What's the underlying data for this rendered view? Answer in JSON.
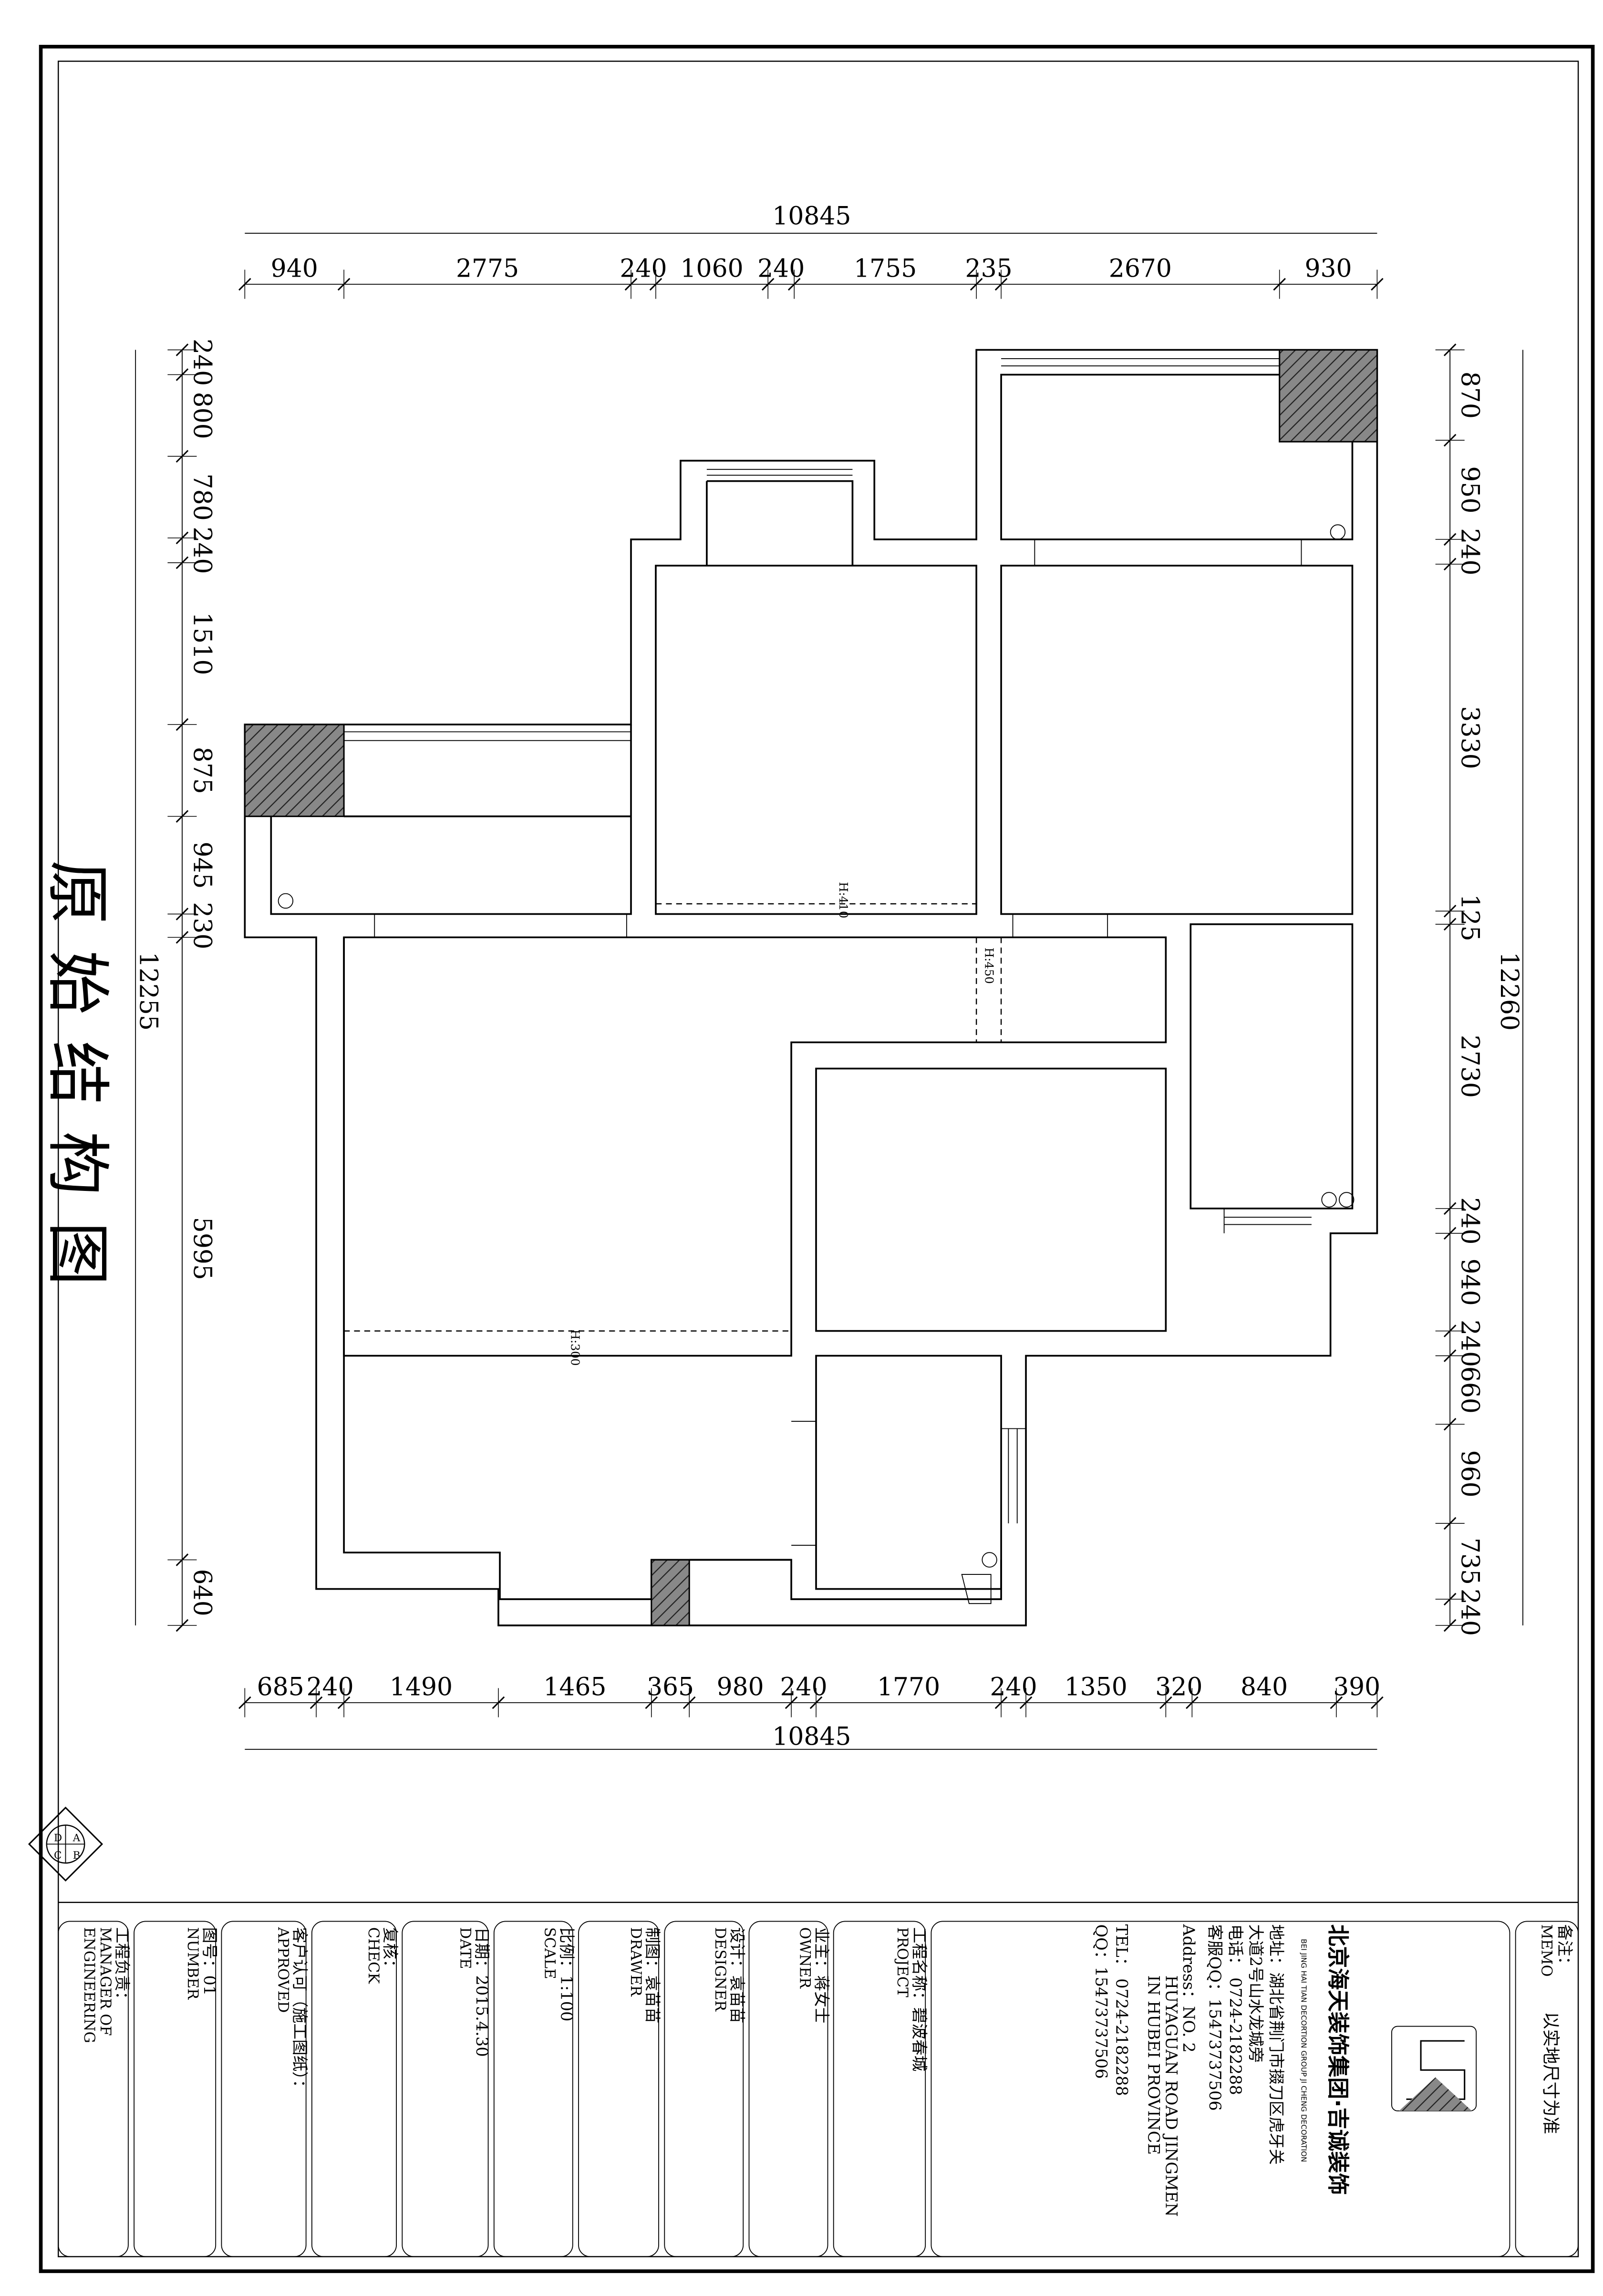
{
  "drawing_title": "原始结构图",
  "top_dims": {
    "total": "10845",
    "parts": [
      "940",
      "2775",
      "240",
      "1060",
      "240",
      "1755",
      "235",
      "2670",
      "930"
    ]
  },
  "bottom_dims": {
    "total": "10845",
    "parts": [
      "685",
      "240",
      "1490",
      "1465",
      "365",
      "980",
      "240",
      "1770",
      "240",
      "1350",
      "320",
      "840",
      "390"
    ]
  },
  "left_dims": {
    "total": "12255",
    "parts": [
      "240",
      "800",
      "780",
      "240",
      "1510",
      "875",
      "945",
      "230",
      "5995",
      "640"
    ]
  },
  "right_dims": {
    "total": "12260",
    "parts": [
      "870",
      "950",
      "240",
      "3330",
      "125",
      "2730",
      "240",
      "940",
      "240",
      "660",
      "960",
      "735",
      "240"
    ]
  },
  "height_marks": [
    "H:410",
    "H:450",
    "H:300"
  ],
  "compass": {
    "letters": [
      "A",
      "B",
      "C",
      "D"
    ]
  },
  "title_block": {
    "manager": {
      "cn": "工程负责：",
      "en1": "MANAGER OF",
      "en2": "ENGINEERING"
    },
    "number": {
      "cn": "图号：01",
      "en": "NUMBER"
    },
    "approved": {
      "cn": "客户认可（施工图纸）：",
      "en": "APPROVED"
    },
    "check": {
      "cn": "复核：",
      "en": "CHECK"
    },
    "date": {
      "cn": "日期：2015.4.30",
      "en": "DATE"
    },
    "scale": {
      "cn": "比例：1:100",
      "en": "SCALE"
    },
    "drawer": {
      "cn": "制图：袁苗苗",
      "en": "DRAWER"
    },
    "designer": {
      "cn": "设计：袁苗苗",
      "en": "DESIGNER"
    },
    "owner": {
      "cn": "业主：蒋女士",
      "en": "OWNER"
    },
    "project": {
      "cn": "工程名称：碧波春城",
      "en": "PROJECT"
    },
    "company": {
      "name": "北京海天装饰集团·吉诚装饰",
      "name_en": "BEI JING HAI TIAN DECORTION GROUP  JI CHENG DECORATION",
      "address1": "地址：湖北省荆门市掇刀区虎牙关",
      "address2": "大道2号山水龙城旁",
      "phone": "电话： 0724-2182288",
      "qq_service": "客服QQ：15473737506",
      "address_en1": "Address：NO. 2",
      "address_en2": "HUYAGUAN  ROAD  JINGMEN",
      "address_en3": "IN  HUBEI  PROVINCE",
      "tel": "TEL：  0724-2182288",
      "qq": "QQ：15473737506"
    },
    "memo": {
      "cn": "备注：",
      "en": "MEMO",
      "text": "以实地尺寸为准"
    }
  }
}
